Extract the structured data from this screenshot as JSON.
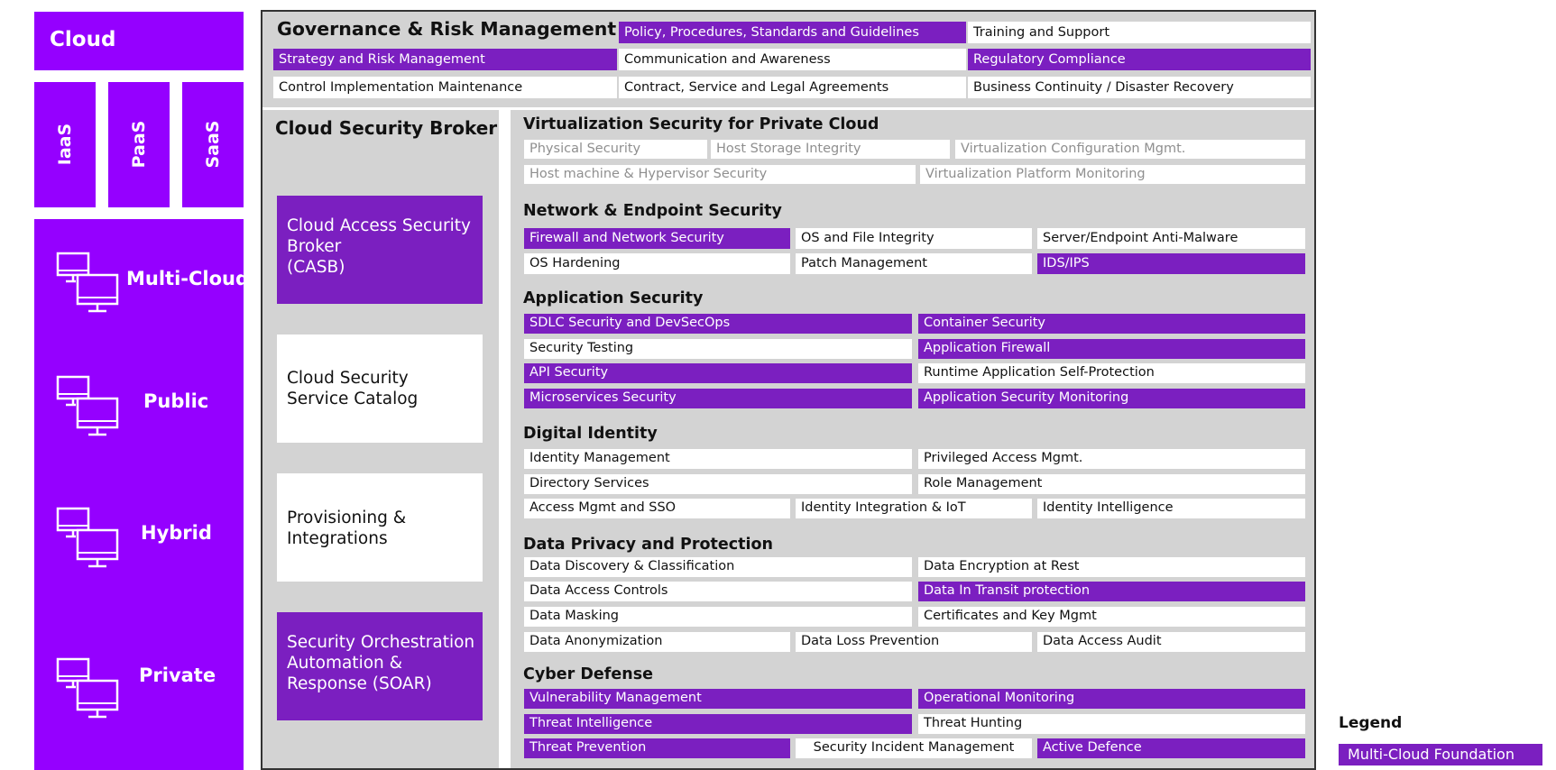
{
  "colors": {
    "accent": "#9500ff",
    "cell_purple": "#7b1fc0",
    "panel_gray": "#d3d3d3"
  },
  "left": {
    "cloud": "Cloud",
    "service_models": [
      "IaaS",
      "PaaS",
      "SaaS"
    ],
    "deployments": [
      "Multi-Cloud",
      "Public",
      "Hybrid",
      "Private"
    ]
  },
  "governance": {
    "title": "Governance & Risk Management",
    "items": [
      "Policy, Procedures, Standards and Guidelines",
      "Training and Support",
      "Strategy and Risk Management",
      "Communication and Awareness",
      "Regulatory Compliance",
      "Control Implementation Maintenance",
      "Contract, Service and Legal Agreements",
      "Business Continuity / Disaster Recovery"
    ]
  },
  "broker": {
    "title": "Cloud Security Broker",
    "boxes": [
      "Cloud Access Security\nBroker\n(CASB)",
      "Cloud Security\nService Catalog",
      "Provisioning &\nIntegrations",
      "Security Orchestration\nAutomation &\nResponse (SOAR)"
    ]
  },
  "virtualization": {
    "title": "Virtualization Security for Private Cloud",
    "items": [
      "Physical Security",
      "Host Storage Integrity",
      "Virtualization Configuration Mgmt.",
      "Host machine & Hypervisor Security",
      "Virtualization Platform Monitoring"
    ]
  },
  "network": {
    "title": "Network & Endpoint Security",
    "items": [
      "Firewall and Network Security",
      "OS and File Integrity",
      "Server/Endpoint Anti-Malware",
      "OS Hardening",
      "Patch Management",
      "IDS/IPS"
    ]
  },
  "application": {
    "title": "Application Security",
    "items": [
      "SDLC Security and DevSecOps",
      "Container Security",
      "Security Testing",
      "Application Firewall",
      "API Security",
      "Runtime Application Self-Protection",
      "Microservices Security",
      "Application Security Monitoring"
    ]
  },
  "identity": {
    "title": "Digital Identity",
    "items": [
      "Identity Management",
      "Privileged Access Mgmt.",
      "Directory Services",
      "Role Management",
      "Access Mgmt and SSO",
      "Identity Integration & IoT",
      "Identity Intelligence"
    ]
  },
  "privacy": {
    "title": "Data Privacy and Protection",
    "items": [
      "Data Discovery & Classification",
      "Data Encryption at Rest",
      "Data Access Controls",
      "Data In Transit protection",
      "Data Masking",
      "Certificates and Key Mgmt",
      "Data Anonymization",
      "Data Loss Prevention",
      "Data Access Audit"
    ]
  },
  "cyber": {
    "title": "Cyber Defense",
    "items": [
      "Vulnerability Management",
      "Operational Monitoring",
      "Threat Intelligence",
      "Threat Hunting",
      "Threat Prevention",
      "Security Incident Management",
      "Active Defence"
    ]
  },
  "legend": {
    "title": "Legend",
    "item": "Multi-Cloud Foundation"
  }
}
